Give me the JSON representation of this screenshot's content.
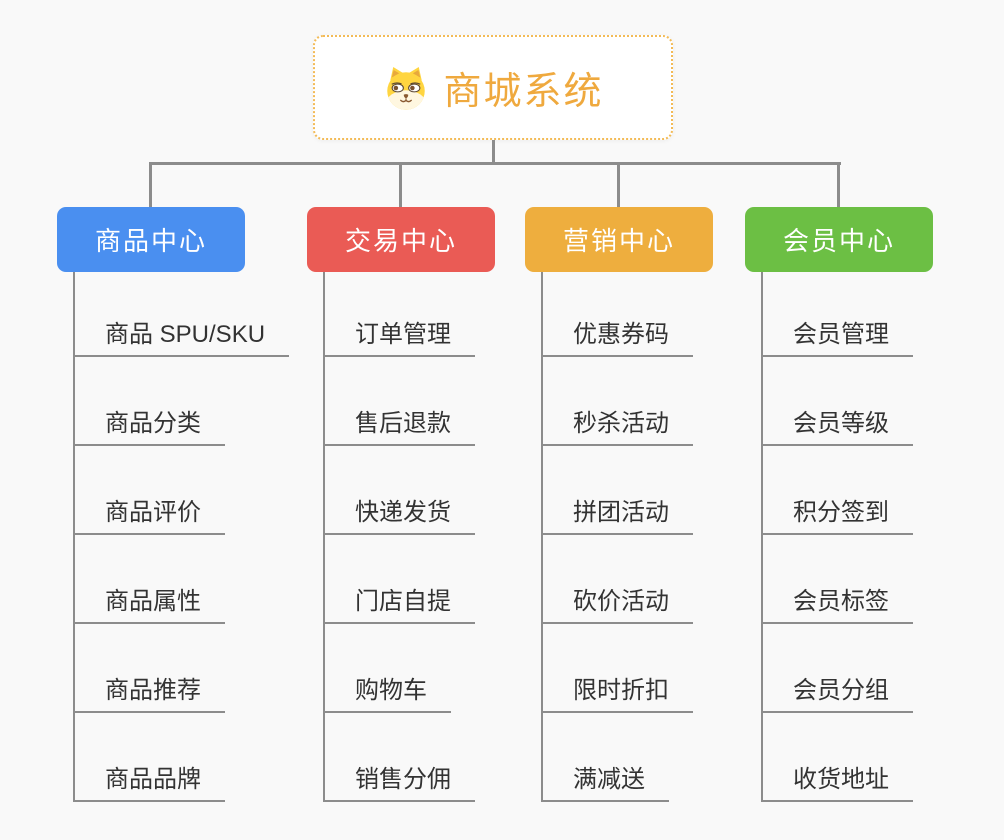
{
  "page": {
    "background": "#f9f9f9",
    "connector_color": "#8c8c8c",
    "leaf_text_color": "#333333"
  },
  "root": {
    "title": "商城系统",
    "text_color": "#efa93e",
    "border_color": "#f3bb57",
    "background": "#ffffff",
    "icon": "dog-face-icon"
  },
  "branches": [
    {
      "label": "商品中心",
      "color": "#4a8ff0",
      "children": [
        "商品 SPU/SKU",
        "商品分类",
        "商品评价",
        "商品属性",
        "商品推荐",
        "商品品牌"
      ]
    },
    {
      "label": "交易中心",
      "color": "#ea5b55",
      "children": [
        "订单管理",
        "售后退款",
        "快递发货",
        "门店自提",
        "购物车",
        "销售分佣"
      ]
    },
    {
      "label": "营销中心",
      "color": "#eeae3e",
      "children": [
        "优惠券码",
        "秒杀活动",
        "拼团活动",
        "砍价活动",
        "限时折扣",
        "满减送"
      ]
    },
    {
      "label": "会员中心",
      "color": "#6cbf44",
      "children": [
        "会员管理",
        "会员等级",
        "积分签到",
        "会员标签",
        "会员分组",
        "收货地址"
      ]
    }
  ]
}
